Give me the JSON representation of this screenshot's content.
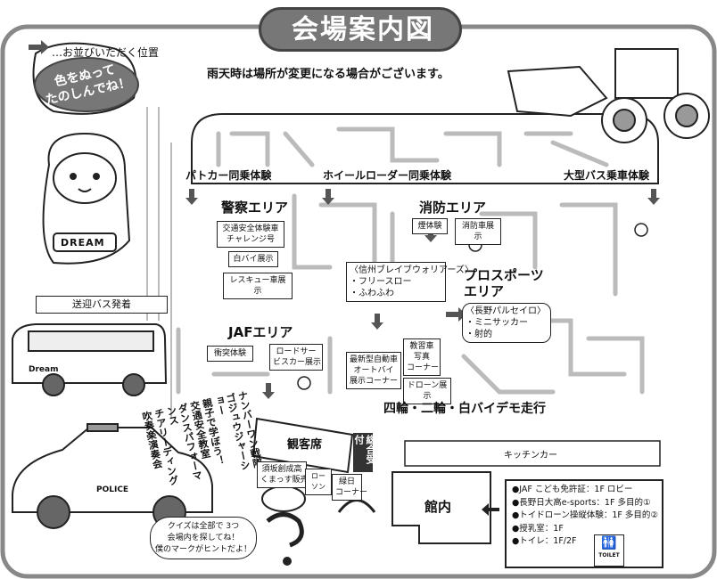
{
  "title": "会場案内図",
  "queue_legend": "…お並びいただく位置",
  "rain_notice": "雨天時は場所が変更になる場合がございます。",
  "mascot_bubble": [
    "色をぬって",
    "たのしんでね！"
  ],
  "mascot_badge": "DREAM",
  "bus_text": "Dream",
  "police_car_text": "POLICE",
  "experiences": {
    "patrol": "パトカー同乗体験",
    "wheel_loader": "ホイールローダー同乗体験",
    "bus": "大型バス乗車体験"
  },
  "police_area": {
    "title": "警察エリア",
    "items": [
      "交通安全体験車\nチャレンジ号",
      "白バイ展示",
      "レスキュー車展示"
    ]
  },
  "fire_area": {
    "title": "消防エリア",
    "items": [
      "煙体験",
      "消防車展示"
    ]
  },
  "brave_warriors": "〈信州ブレイブウォリアーズ〉\n・フリースロー\n・ふわふわ",
  "pro_sports": {
    "title": "プロスポーツ\nエリア",
    "parceiro": "〈長野パルセイロ〉\n・ミニサッカー\n・射的"
  },
  "jaf_area": {
    "title": "JAFエリア",
    "items": [
      "衝突体験",
      "ロードサー\nビスカー展示"
    ]
  },
  "center_boxes": {
    "new_car": "最新型自動車\nオートバイ\n展示コーナー",
    "education": "教習車\n写真\nコーナー",
    "drone": "ドローン展示"
  },
  "demo_run": "四輪・二輪・白バイデモ走行",
  "shuttle": "送迎バス発着",
  "stage_program": [
    "ナンバーワン戦隊",
    "ゴジュウジャーショー",
    "親子で学ぼう！",
    "交通安全教室",
    "ダンスパフォーマンス",
    "チアリーディング",
    "吹奏楽演奏会"
  ],
  "audience": "観客席",
  "reception": "総合受付",
  "kitchen_car": "キッチンカー",
  "suzaka_sales": "須坂創成高\nくまっす販売",
  "lawson": "ローソン",
  "green_corner": "緑日\nコーナー",
  "hall": "館内",
  "hall_legend": [
    "●JAF こども免許証：1F ロビー",
    "●長野日大高e-sports：1F 多目的①",
    "●トイドローン操縦体験：1F 多目的②",
    "●授乳室：1F",
    "●トイレ：1F/2F"
  ],
  "toilet": "TOILET",
  "quiz_bubble": [
    "クイズは全部で 3つ",
    "会場内を探してね！",
    "僕のマークがヒントだよ！"
  ],
  "colors": {
    "title_bg": "#777777",
    "line": "#222222",
    "road": "#999999"
  }
}
